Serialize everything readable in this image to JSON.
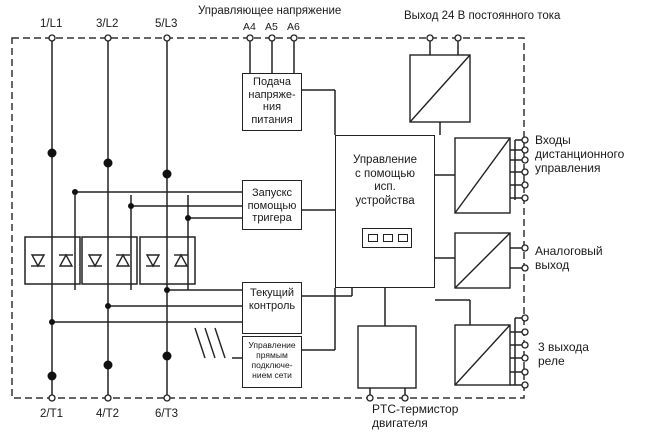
{
  "labels": {
    "top": {
      "l1": "1/L1",
      "l2": "3/L2",
      "l3": "5/L3",
      "control_voltage": "Управляющее напряжение",
      "a4": "A4",
      "a5": "A5",
      "a6": "A6",
      "dc_output": "Выход 24 В постоянного тока"
    },
    "bottom": {
      "t1": "2/T1",
      "t2": "4/T2",
      "t3": "6/T3",
      "ptc": "PTC-термистор\nдвигателя"
    },
    "right": {
      "remote_inputs": "Входы\nдистанционного\nуправления",
      "analog_output": "Аналоговый\nвыход",
      "relay_outputs": "3 выхода\nреле"
    }
  },
  "blocks": {
    "power_supply": "Подача\nнапряже-\nния\nпитания",
    "trigger": "Запускс\nпомощью\nтригера",
    "current_control": "Текущий\nконтроль",
    "bypass_control": "Управление\nпрямым\nподключе-\nнием сети",
    "main_controller": "Управление\nс помощью\nисп.\nустройства"
  }
}
